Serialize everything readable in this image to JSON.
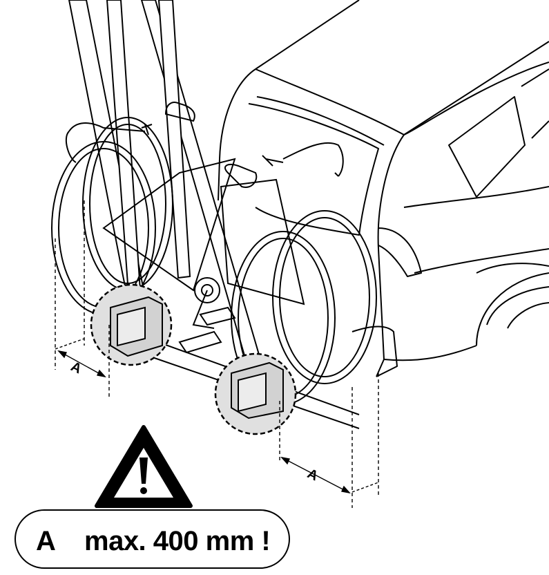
{
  "diagram": {
    "dimension_label_left": "A",
    "dimension_label_right": "A",
    "warning": {
      "symbol": "warning-triangle-icon",
      "letter": "A",
      "text": "max. 400 mm !"
    }
  }
}
